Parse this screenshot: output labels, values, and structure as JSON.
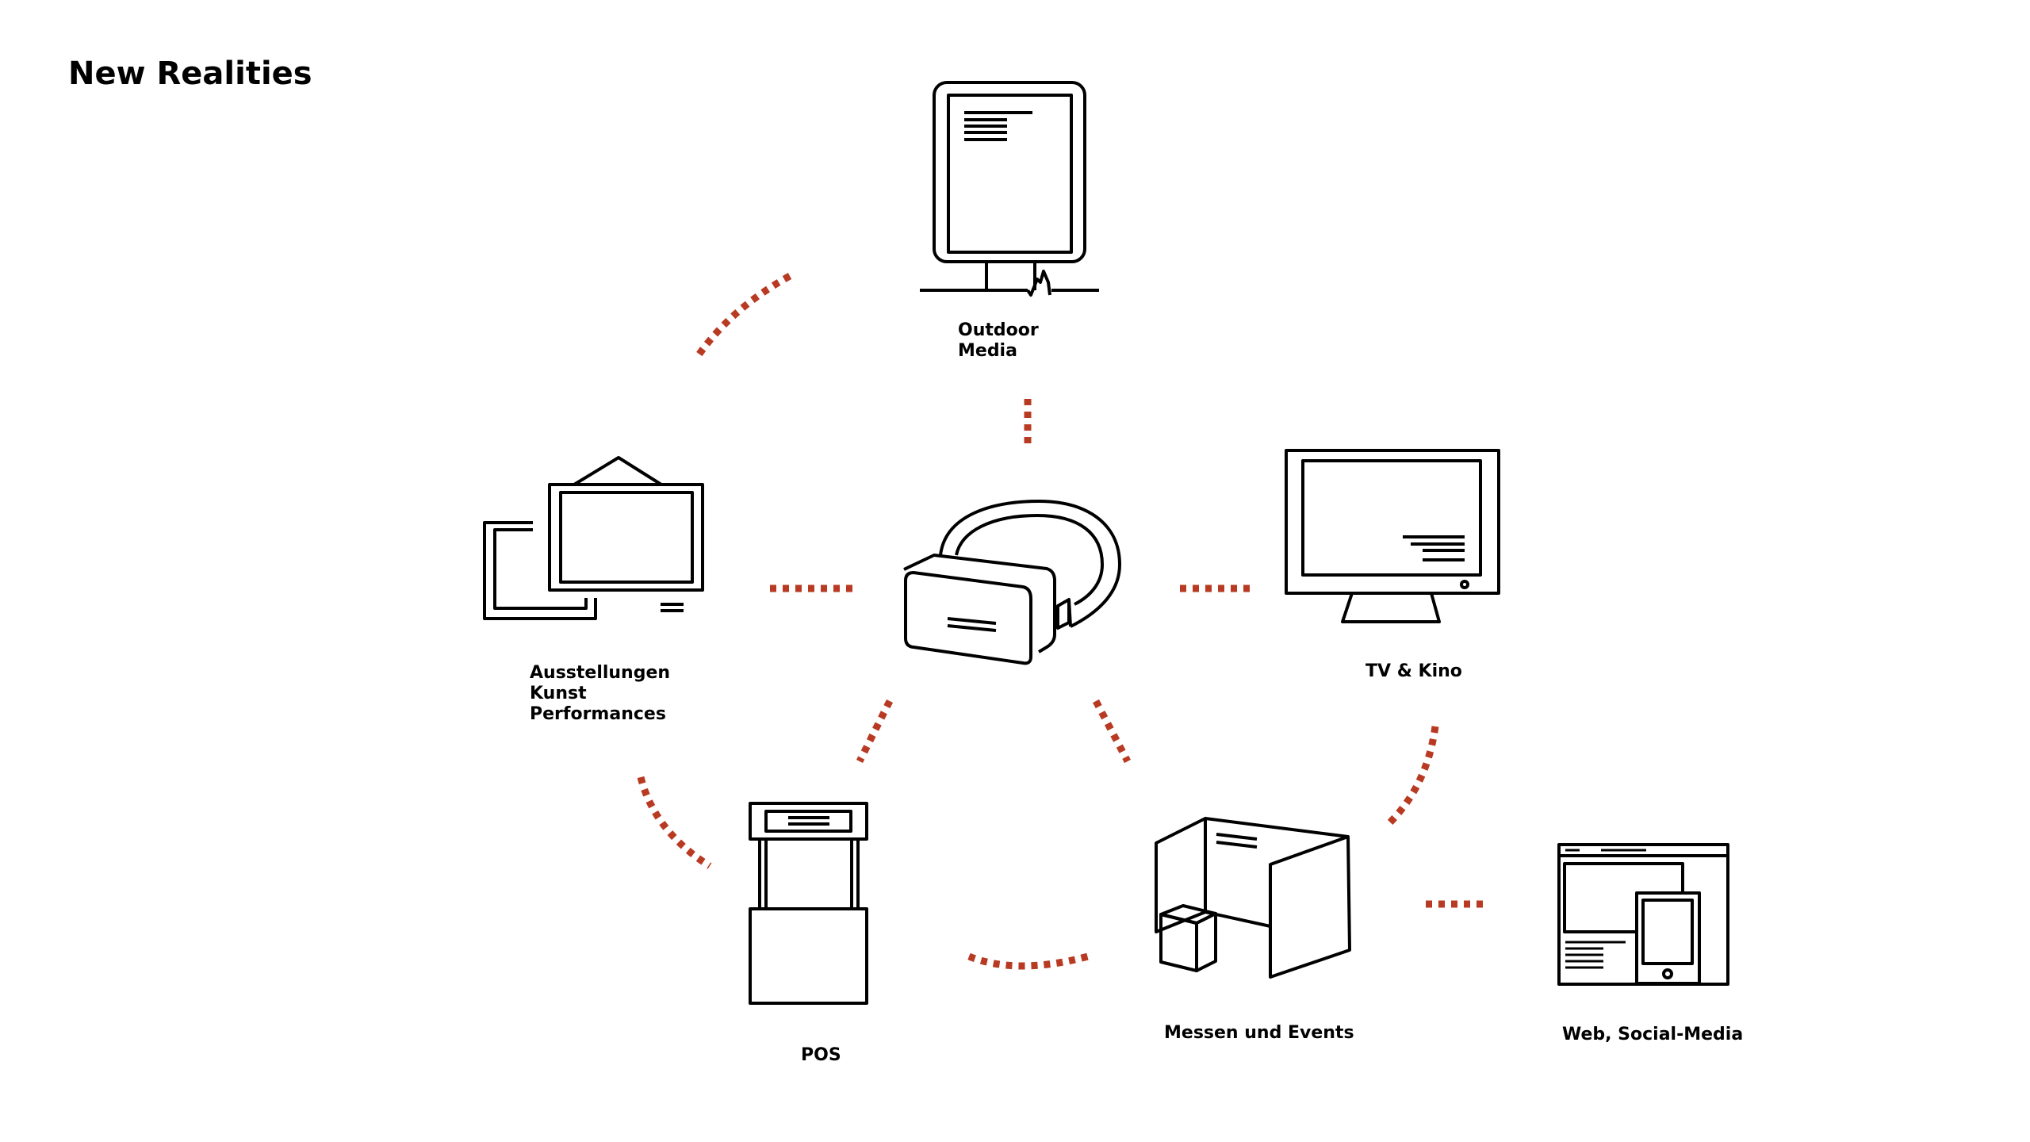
{
  "title": "New Realities",
  "accent_color": "#b83a22",
  "center": {
    "name": "VR headset",
    "icon": "vr-headset-icon"
  },
  "nodes": [
    {
      "id": "outdoor",
      "icon": "billboard-icon",
      "label_lines": [
        "Outdoor",
        "Media"
      ]
    },
    {
      "id": "ausstellungen",
      "icon": "picture-frames-icon",
      "label_lines": [
        "Ausstellungen",
        "Kunst",
        "Performances"
      ]
    },
    {
      "id": "tv",
      "icon": "tv-monitor-icon",
      "label_lines": [
        "TV & Kino"
      ]
    },
    {
      "id": "pos",
      "icon": "pos-display-icon",
      "label_lines": [
        "POS"
      ]
    },
    {
      "id": "messen",
      "icon": "trade-booth-icon",
      "label_lines": [
        "Messen und Events"
      ]
    },
    {
      "id": "web",
      "icon": "web-mobile-icon",
      "label_lines": [
        "Web, Social-Media"
      ]
    }
  ]
}
